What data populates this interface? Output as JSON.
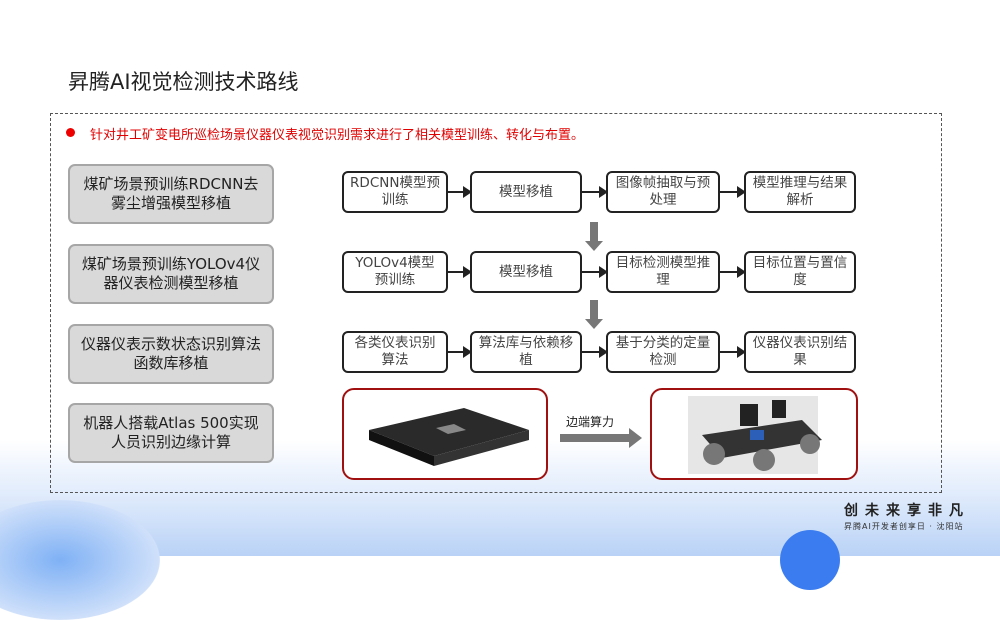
{
  "title": "昇腾AI视觉检测技术路线",
  "intro": "针对井工矿变电所巡检场景仪器仪表视觉识别需求进行了相关模型训练、转化与布置。",
  "left_items": [
    "煤矿场景预训练RDCNN去雾尘增强模型移植",
    "煤矿场景预训练YOLOv4仪器仪表检测模型移植",
    "仪器仪表示数状态识别算法函数库移植",
    "机器人搭载Atlas 500实现人员识别边缘计算"
  ],
  "flow": [
    [
      "RDCNN模型预训练",
      "模型移植",
      "图像帧抽取与预处理",
      "模型推理与结果解析"
    ],
    [
      "YOLOv4模型预训练",
      "模型移植",
      "目标检测模型推理",
      "目标位置与置信度"
    ],
    [
      "各类仪表识别算法",
      "算法库与依赖移植",
      "基于分类的定量检测",
      "仪器仪表识别结果"
    ]
  ],
  "edge_label": "边端算力",
  "footer": {
    "slogan": "创未来享非凡",
    "sub": "昇腾AI开发者创享日 · 沈阳站"
  }
}
